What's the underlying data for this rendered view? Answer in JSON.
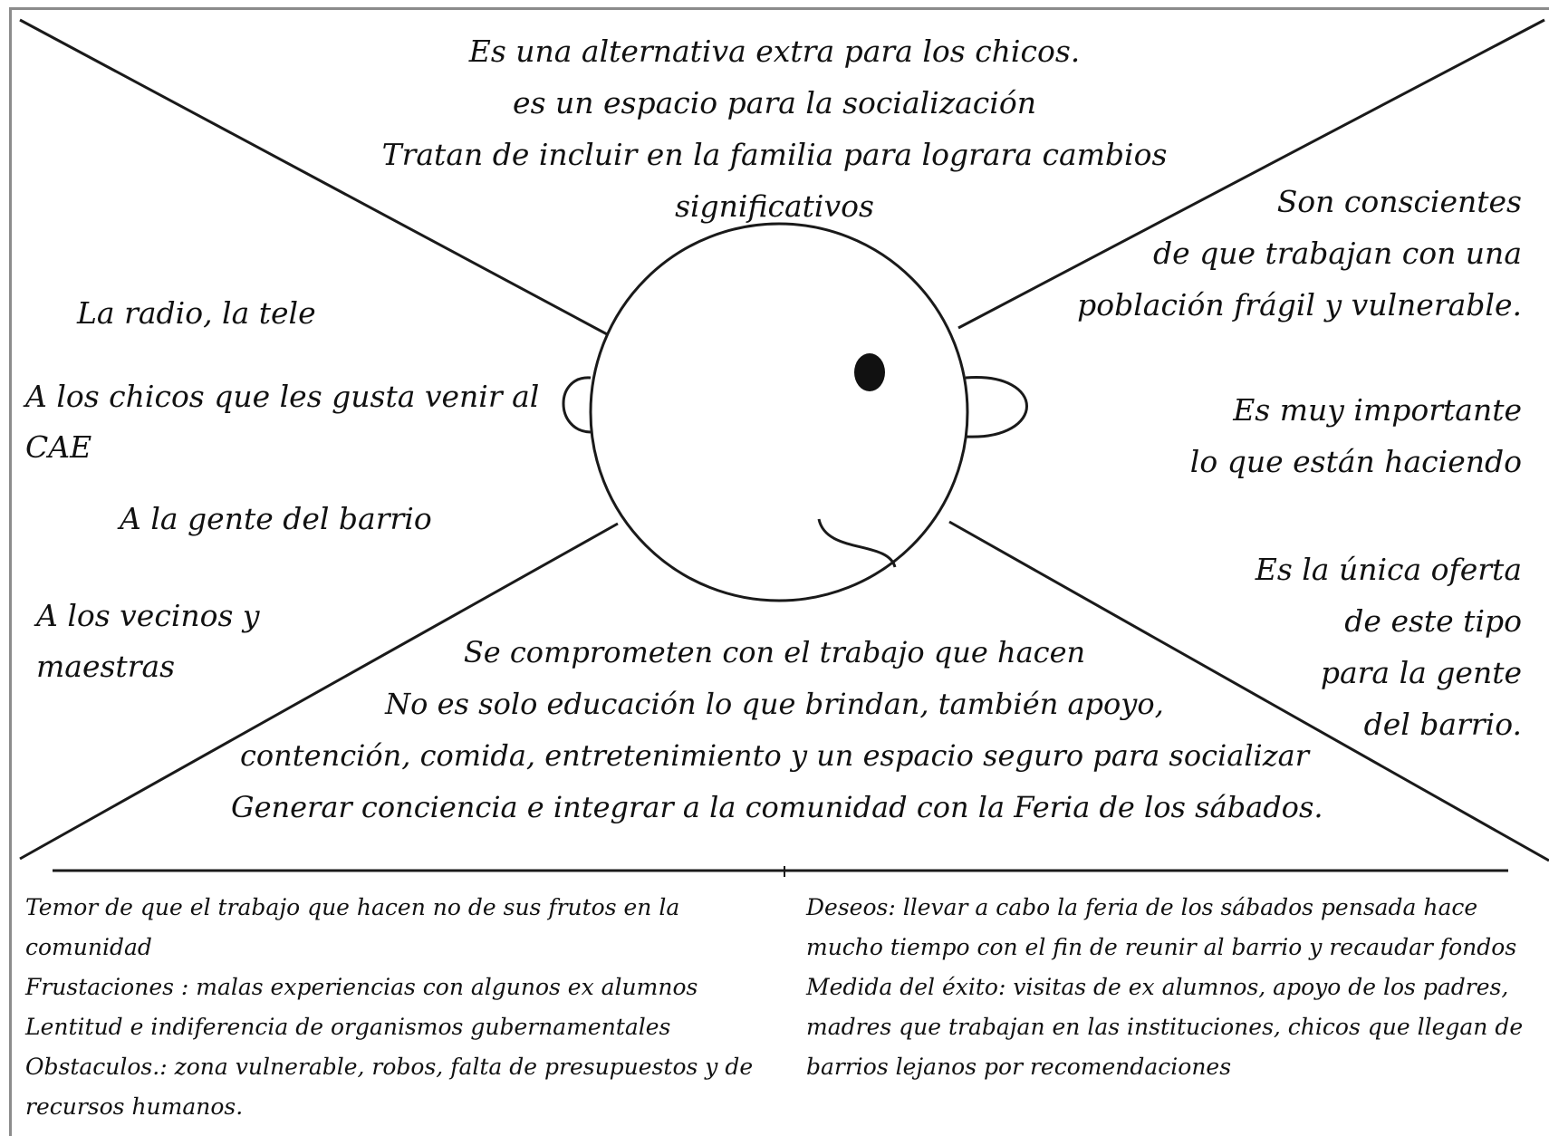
{
  "says": [
    "Es una alternativa extra para los chicos.",
    "es un espacio para la socialización",
    "Tratan de incluir en la familia para lograra cambios",
    "significativos"
  ],
  "hears": {
    "radio": "La radio,  la tele",
    "chicos": [
      "A los chicos que les gusta venir al",
      "CAE"
    ],
    "gente": "A la gente del barrio",
    "vecinos": [
      "A los vecinos y",
      "maestras"
    ]
  },
  "thinks": {
    "conscientes": [
      "Son conscientes",
      "de que trabajan con una",
      "población frágil y vulnerable."
    ],
    "importante": [
      "Es muy importante",
      "lo que están haciendo"
    ],
    "oferta": [
      "Es la única oferta",
      "de este tipo",
      "para la gente",
      "del barrio."
    ]
  },
  "does": [
    "Se comprometen con el trabajo que hacen",
    "No es solo educación lo que brindan, también apoyo,",
    "contención, comida, entretenimiento y un espacio seguro para socializar",
    "Generar conciencia e integrar a la comunidad con la Feria de los sábados."
  ],
  "pains": [
    "Temor de que el trabajo que hacen no de sus frutos en la",
    "comunidad",
    "Frustaciones : malas experiencias con algunos ex alumnos",
    "Lentitud e indiferencia de organismos gubernamentales",
    "Obstaculos.: zona vulnerable, robos, falta de presupuestos y de",
    "recursos humanos."
  ],
  "gains": [
    "Deseos: llevar a cabo la feria de los sábados pensada hace",
    "mucho tiempo con el fin de reunir al barrio y recaudar fondos",
    "Medida del éxito: visitas de ex alumnos, apoyo de los padres,",
    "madres que trabajan en las instituciones, chicos que llegan de",
    "barrios lejanos por recomendaciones"
  ],
  "colors": {
    "line": "#1a1a1a",
    "frame": "#8c8c8c"
  }
}
